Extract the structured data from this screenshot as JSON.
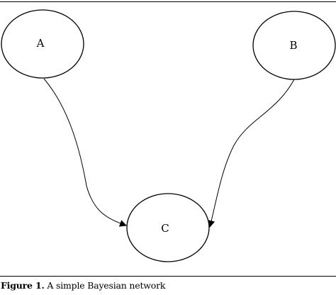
{
  "nodes": {
    "a": {
      "label": "A"
    },
    "b": {
      "label": "B"
    },
    "c": {
      "label": "C"
    }
  },
  "edges": [
    {
      "from": "A",
      "to": "C"
    },
    {
      "from": "B",
      "to": "C"
    }
  ],
  "caption": {
    "label": "Figure 1.",
    "text": "A simple Bayesian network"
  }
}
